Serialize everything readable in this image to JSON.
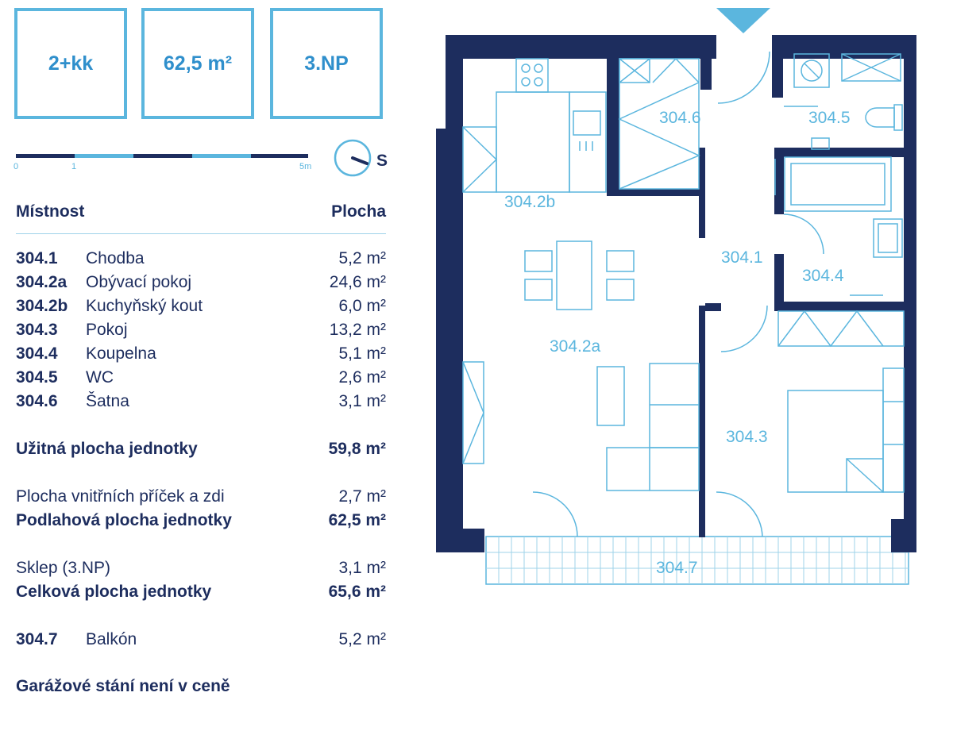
{
  "summary": {
    "layout": "2+kk",
    "area": "62,5 m²",
    "floor": "3.NP"
  },
  "scale": {
    "start": "0",
    "one": "1",
    "end": "5m"
  },
  "compass": {
    "label": "S"
  },
  "table": {
    "header_room": "Místnost",
    "header_area": "Plocha",
    "rooms": [
      {
        "code": "304.1",
        "name": "Chodba",
        "area": "5,2 m²"
      },
      {
        "code": "304.2a",
        "name": "Obývací pokoj",
        "area": "24,6 m²"
      },
      {
        "code": "304.2b",
        "name": "Kuchyňský kout",
        "area": "6,0 m²"
      },
      {
        "code": "304.3",
        "name": "Pokoj",
        "area": "13,2 m²"
      },
      {
        "code": "304.4",
        "name": "Koupelna",
        "area": "5,1 m²"
      },
      {
        "code": "304.5",
        "name": "WC",
        "area": "2,6 m²"
      },
      {
        "code": "304.6",
        "name": "Šatna",
        "area": "3,1 m²"
      }
    ],
    "usable": {
      "label": "Užitná plocha jednotky",
      "area": "59,8 m²"
    },
    "walls": {
      "label": "Plocha vnitřních příček a zdi",
      "area": "2,7 m²"
    },
    "floor_area": {
      "label": "Podlahová plocha jednotky",
      "area": "62,5 m²"
    },
    "cellar": {
      "label": "Sklep (3.NP)",
      "area": "3,1 m²"
    },
    "total": {
      "label": "Celková plocha jednotky",
      "area": "65,6 m²"
    },
    "balcony": {
      "code": "304.7",
      "name": "Balkón",
      "area": "5,2 m²"
    }
  },
  "note": "Garážové stání není v ceně",
  "plan_labels": {
    "r6": "304.6",
    "r5": "304.5",
    "r2b": "304.2b",
    "r1": "304.1",
    "r4": "304.4",
    "r2a": "304.2a",
    "r3": "304.3",
    "r7": "304.7"
  },
  "colors": {
    "wall": "#1d2d5e",
    "accent": "#5bb6de",
    "text": "#1d2d5e"
  }
}
